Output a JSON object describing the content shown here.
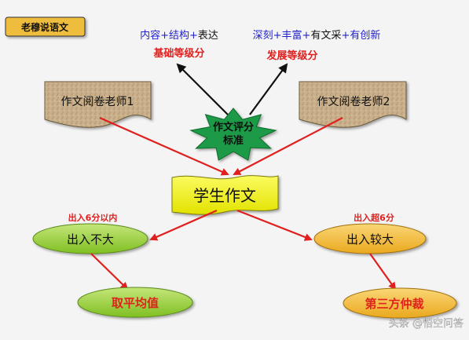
{
  "badge": "老穆说语文",
  "criteria_left": {
    "p1": "内容",
    "plus1": "+",
    "p2": "结构",
    "plus2": "+",
    "p3": "表达"
  },
  "criteria_right": {
    "p1": "深刻",
    "plus1": "+",
    "p2": "丰富",
    "plus2": "+",
    "p3": "有文采",
    "plus3": "+",
    "p4": "有创新"
  },
  "grade_basic": "基础等级分",
  "grade_develop": "发展等级分",
  "teacher1": "作文阅卷老师1",
  "teacher2": "作文阅卷老师2",
  "star_line1": "作文评分",
  "star_line2": "标准",
  "essay": "学生作文",
  "diff_small_note": "出入6分以内",
  "diff_large_note": "出入超6分",
  "diff_small": "出入不大",
  "diff_large": "出入较大",
  "result_average": "取平均值",
  "result_arbitration": "第三方仲裁",
  "watermark": "头条 @悟空问答",
  "colors": {
    "blue_text": "#2222cc",
    "red": "#e0201e",
    "star_green": "#1e9a46",
    "essay_yellow": "#f1f10a",
    "green_ellipse": "#94cf32",
    "orange_ellipse": "#f2bb33",
    "sand": "#c9b08b"
  }
}
